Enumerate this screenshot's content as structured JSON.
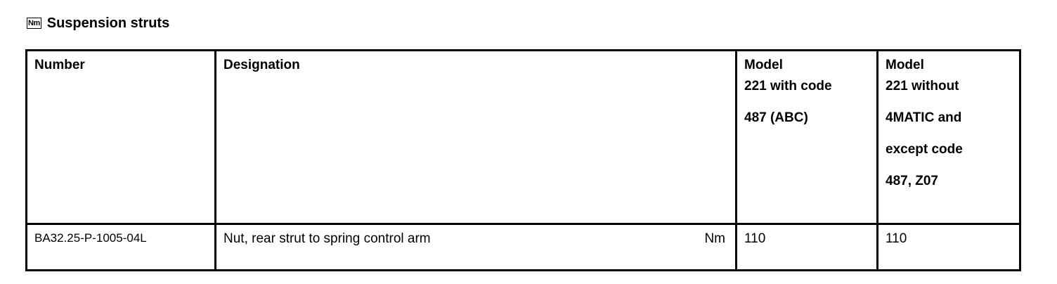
{
  "section": {
    "icon_label": "Nm",
    "title": "Suspension struts"
  },
  "table": {
    "headers": {
      "number": "Number",
      "designation": "Designation",
      "model_1": [
        "Model",
        "221 with code",
        "487 (ABC)"
      ],
      "model_2": [
        "Model",
        "221 without",
        "4MATIC and",
        "except code",
        "487, Z07"
      ]
    },
    "rows": [
      {
        "number": "BA32.25-P-1005-04L",
        "designation": "Nut, rear strut to spring control arm",
        "unit": "Nm",
        "model_1_value": "110",
        "model_2_value": "110"
      }
    ]
  }
}
